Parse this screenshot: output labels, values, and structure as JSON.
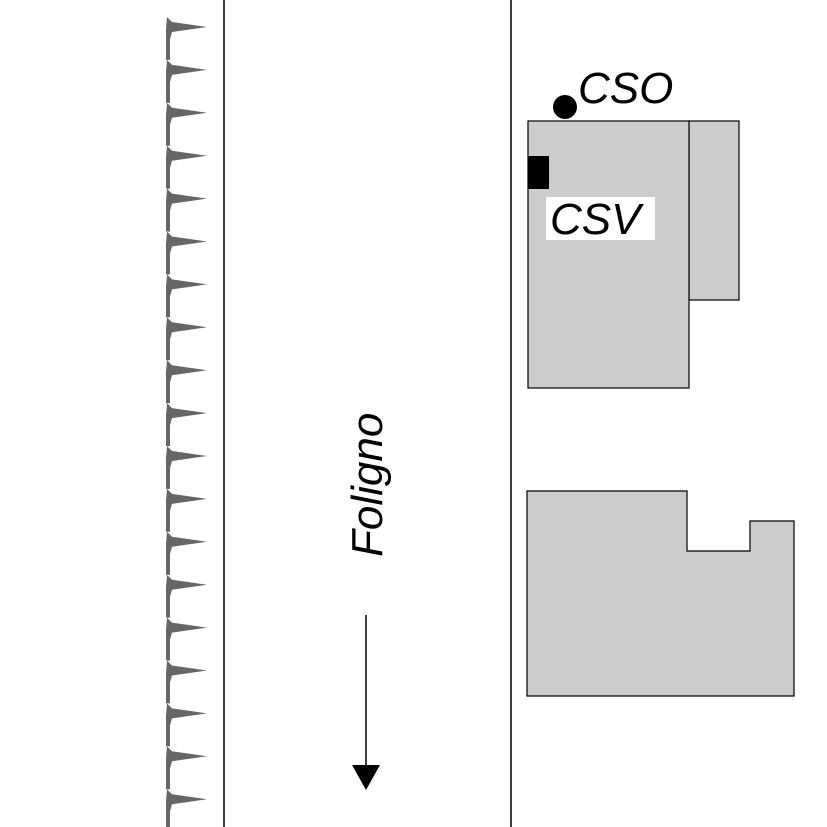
{
  "labels": {
    "cso": "CSO",
    "csv": "CSV",
    "street": "Foligno"
  },
  "spike_count": 19,
  "colors": {
    "building_fill": "#cccccc",
    "spike_fill": "#666666",
    "line": "#000000"
  }
}
